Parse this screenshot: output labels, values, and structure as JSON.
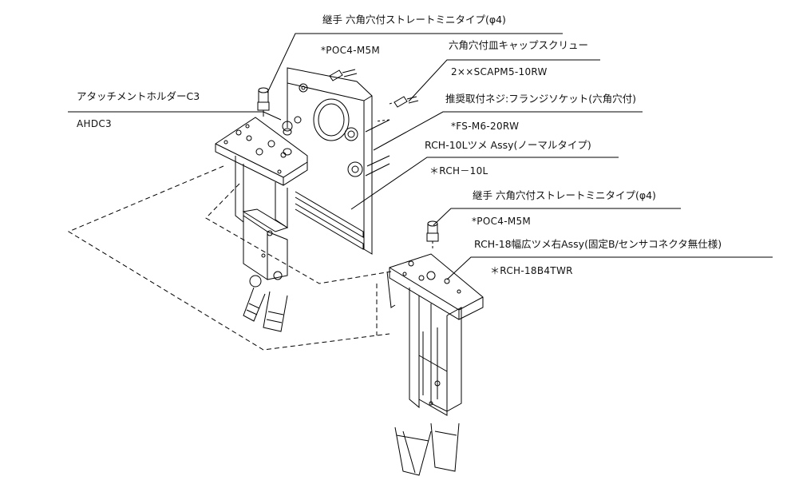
{
  "callouts": [
    {
      "id": "poc4-top",
      "name": "継手 六角穴付ストレートミニタイプ(φ4)",
      "code": "*POC4-M5M"
    },
    {
      "id": "scapm",
      "name": "六角穴付皿キャップスクリュー",
      "code": "2××SCAPM5-10RW"
    },
    {
      "id": "ahdc3",
      "name": "アタッチメントホルダーC3",
      "code": "AHDC3"
    },
    {
      "id": "fs-m6",
      "name": "推奨取付ネジ:フランジソケット(六角穴付)",
      "code": "*FS-M6-20RW"
    },
    {
      "id": "rch-10l",
      "name": "RCH-10Lツメ Assy(ノーマルタイプ)",
      "code": "＊RCH－10L"
    },
    {
      "id": "poc4-right",
      "name": "継手 六角穴付ストレートミニタイプ(φ4)",
      "code": "*POC4-M5M"
    },
    {
      "id": "rch-18",
      "name": "RCH-18幅広ツメ右Assy(固定B/センサコネクタ無仕様)",
      "code": "＊RCH-18B4TWR"
    }
  ]
}
